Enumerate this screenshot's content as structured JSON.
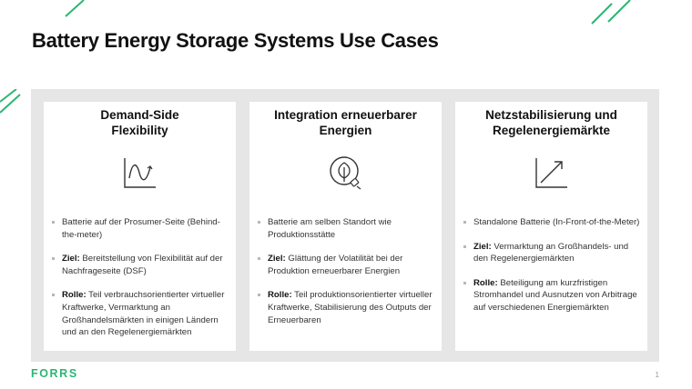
{
  "title": "Battery Energy Storage Systems Use Cases",
  "cards": [
    {
      "title_line1": "Demand-Side",
      "title_line2": "Flexibility",
      "icon": "wave-graph-icon",
      "bullets": [
        {
          "label": "",
          "text": "Batterie auf der Prosumer-Seite (Behind-the-meter)"
        },
        {
          "label": "Ziel:",
          "text": "Bereitstellung von Flexibilität auf der Nachfrageseite (DSF)"
        },
        {
          "label": "Rolle:",
          "text": "Teil verbrauchsorientierter virtueller Kraftwerke, Vermarktung an Großhandelsmärkten in einigen Ländern und an den Regelenergiemärkten"
        }
      ]
    },
    {
      "title_line1": "Integration erneuerbarer",
      "title_line2": "Energien",
      "icon": "eco-leaf-plug-icon",
      "bullets": [
        {
          "label": "",
          "text": "Batterie am selben Standort wie Produktionsstätte"
        },
        {
          "label": "Ziel:",
          "text": "Glättung der Volatilität bei der Produktion erneuerbarer Energien"
        },
        {
          "label": "Rolle:",
          "text": "Teil produktionsorientierter virtueller Kraftwerke, Stabilisierung des Outputs der Erneuerbaren"
        }
      ]
    },
    {
      "title_line1": "Netzstabilisierung und",
      "title_line2": "Regelenergiemärkte",
      "icon": "trend-up-graph-icon",
      "bullets": [
        {
          "label": "",
          "text": "Standalone Batterie (In-Front-of-the-Meter)"
        },
        {
          "label": "Ziel:",
          "text": "Vermarktung an Großhandels- und den Regelenergiemärkten"
        },
        {
          "label": "Rolle:",
          "text": "Beteiligung am kurzfristigen Stromhandel und Ausnutzen von Arbitrage auf verschiedenen Energiemärkten"
        }
      ]
    }
  ],
  "footer": {
    "logo": "FORRS",
    "page_number": "1"
  },
  "colors": {
    "accent": "#2bb673",
    "panel": "#e6e6e6"
  }
}
